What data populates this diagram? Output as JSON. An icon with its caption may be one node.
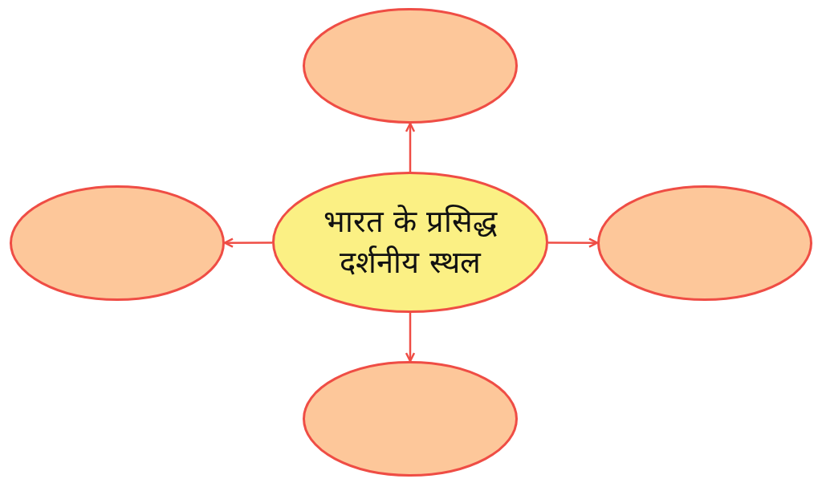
{
  "diagram": {
    "nodes": [
      {
        "text": [],
        "shape": "ellipse"
      },
      {
        "text": [],
        "shape": "ellipse"
      },
      {
        "text": [
          "भारत के प्रसिद्ध दर्शनीय स्थल"
        ]
      },
      {
        "text": [],
        "shape": "ellipse"
      },
      {
        "text": [],
        "shape": "ellipse"
      }
    ],
    "edges": [
      {
        "from": 2,
        "to": 0,
        "arrow": "to"
      },
      {
        "from": 2,
        "to": 1,
        "arrow": "to"
      },
      {
        "from": 2,
        "to": 3,
        "arrow": "to"
      },
      {
        "from": 2,
        "to": 4,
        "arrow": "to"
      }
    ]
  }
}
